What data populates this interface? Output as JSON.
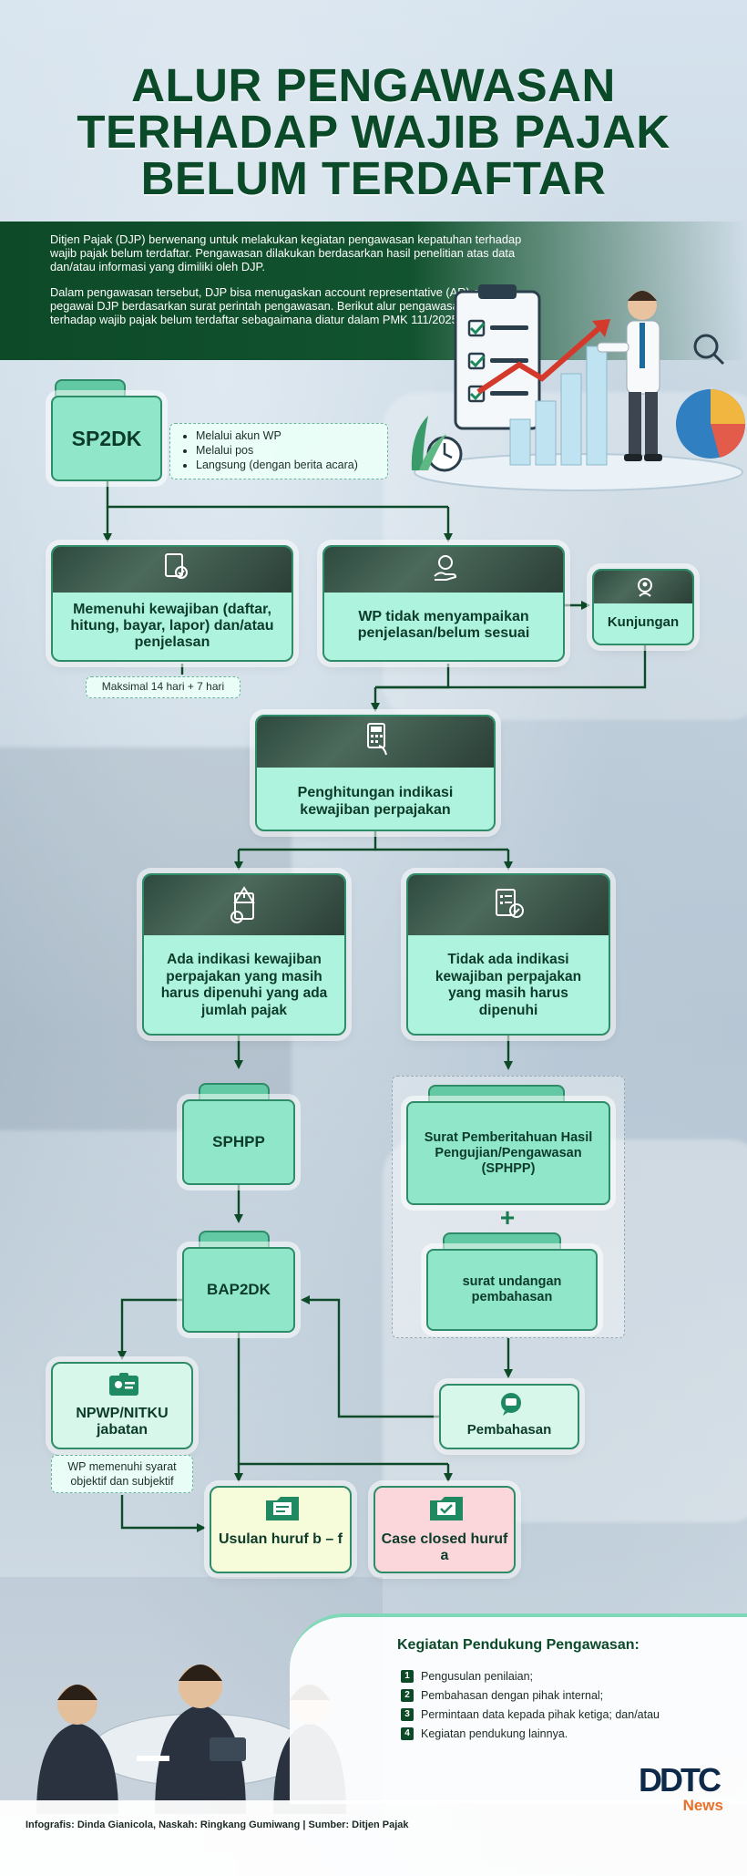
{
  "title": {
    "line1": "ALUR PENGAWASAN",
    "line2": "TERHADAP WAJIB PAJAK",
    "line3": "BELUM TERDAFTAR"
  },
  "intro": {
    "p1": "Ditjen Pajak (DJP) berwenang untuk melakukan kegiatan pengawasan kepatuhan terhadap wajib pajak belum terdaftar. Pengawasan dilakukan berdasarkan hasil penelitian atas data dan/atau informasi yang dimiliki oleh DJP.",
    "p2": "Dalam pengawasan tersebut, DJP bisa menugaskan account representative (AR) atau pegawai DJP berdasarkan surat perintah pengawasan. Berikut alur pengawasan kepatuhan terhadap wajib pajak belum terdaftar sebagaimana diatur dalam PMK 111/2025."
  },
  "flow": {
    "sp2dk": "SP2DK",
    "sp2dk_channels": [
      "Melalui akun WP",
      "Melalui pos",
      "Langsung (dengan berita acara)"
    ],
    "memenuhi": "Memenuhi kewajiban (daftar, hitung, bayar, lapor) dan/atau penjelasan",
    "max_time": "Maksimal 14 hari + 7 hari",
    "tidak_menyampaikan": "WP tidak menyampaikan penjelasan/belum sesuai",
    "kunjungan": "Kunjungan",
    "penghitungan": "Penghitungan indikasi kewajiban perpajakan",
    "ada_indikasi": "Ada indikasi kewajiban perpajakan yang masih harus dipenuhi yang ada jumlah pajak",
    "tidak_ada_indikasi": "Tidak ada indikasi kewajiban perpajakan yang masih harus dipenuhi",
    "sphpp": "SPHPP",
    "surat_pemberitahuan": "Surat Pemberitahuan Hasil Pengujian/Pengawasan (SPHPP)",
    "plus": "+",
    "surat_undangan": "surat undangan pembahasan",
    "bap2dk": "BAP2DK",
    "npwp": "NPWP/NITKU jabatan",
    "wp_syarat": "WP memenuhi syarat objektif dan subjektif",
    "pembahasan": "Pembahasan",
    "usulan": "Usulan huruf b – f",
    "case_closed": "Case closed huruf a"
  },
  "support": {
    "heading": "Kegiatan Pendukung Pengawasan:",
    "items": [
      {
        "num": "1",
        "text": "Pengusulan penilaian;"
      },
      {
        "num": "2",
        "text": "Pembahasan dengan pihak internal;"
      },
      {
        "num": "3",
        "text": "Permintaan data kepada pihak ketiga; dan/atau"
      },
      {
        "num": "4",
        "text": "Kegiatan pendukung lainnya."
      }
    ]
  },
  "footer": {
    "credit": "Infografis: Dinda Gianicola, Naskah: Ringkang Gumiwang | Sumber: Ditjen Pajak"
  },
  "logo": {
    "mark": "DDTC",
    "sub": "News"
  },
  "colors": {
    "brand_green": "#0b4a28",
    "mint": "#aef3dd",
    "usulan_bg": "#f6fbd9",
    "case_bg": "#fbd7db",
    "logo_orange": "#e8712a"
  }
}
